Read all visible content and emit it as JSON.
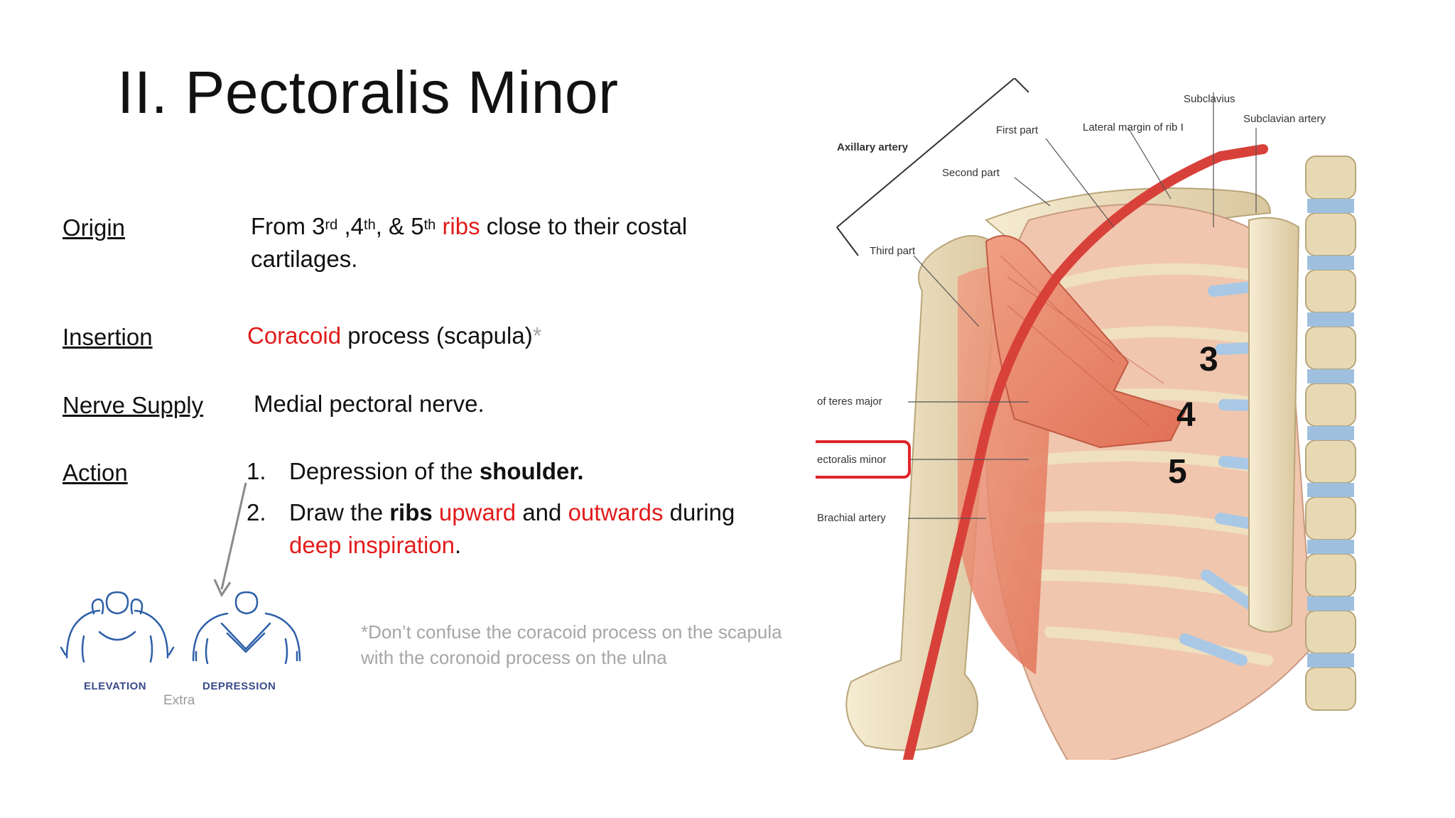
{
  "title": "II. Pectoralis Minor",
  "rows": {
    "origin": {
      "label": "Origin",
      "t1": "From 3",
      "s1": "rd",
      "t2": " ,4",
      "s2": "th",
      "t3": ", & 5",
      "s3": "th",
      "t4": " ",
      "ribs": "ribs",
      "t5": " close to their costal cartilages."
    },
    "insertion": {
      "label": "Insertion",
      "coracoid": "Coracoid",
      "rest": " process (scapula)",
      "asterisk": "*"
    },
    "nerve": {
      "label": "Nerve Supply",
      "value": "Medial pectoral nerve."
    },
    "action": {
      "label": "Action",
      "item1": {
        "num": "1.",
        "text": "Depression of the ",
        "bold": "shoulder."
      },
      "item2": {
        "num": "2.",
        "a": "Draw the ",
        "ribs": "ribs",
        "b": " ",
        "upward": "upward",
        "c": " and ",
        "outwards": "outwards",
        "d": " during ",
        "deep": "deep inspiration",
        "e": "."
      }
    }
  },
  "note": "*Don’t confuse the coracoid process on the scapula with the coronoid process on the ulna",
  "sketch": {
    "elevation": "ELEVATION",
    "depression": "DEPRESSION",
    "extra": "Extra"
  },
  "figure": {
    "labels": {
      "axillary": "Axillary artery",
      "first": "First part",
      "second": "Second part",
      "third": "Third part",
      "subclavius": "Subclavius",
      "lateral": "Lateral margin of rib I",
      "subclavian": "Subclavian artery",
      "teres": "of teres major",
      "pecminor": "ectoralis minor",
      "brachial": "Brachial artery"
    },
    "ribs": {
      "r3": "3",
      "r4": "4",
      "r5": "5"
    }
  },
  "colors": {
    "accent_red": "#e21b1b",
    "muscle": "#e8856b",
    "bone": "#efe3c4",
    "cartilage": "#a9c8e6",
    "highlight_box": "#e0252a"
  }
}
